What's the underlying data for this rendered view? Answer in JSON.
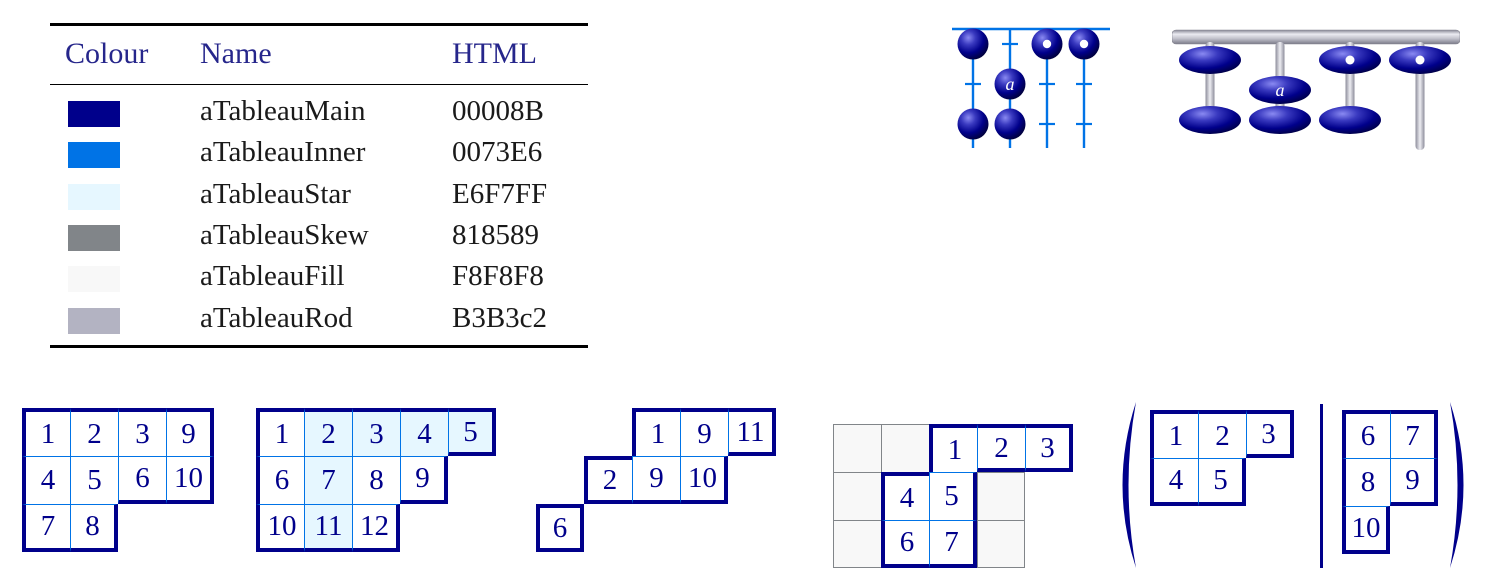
{
  "palette": {
    "main": "#00008B",
    "inner": "#0073E6",
    "star": "#E6F7FF",
    "skew": "#818589",
    "fill": "#F8F8F8",
    "rod": "#B3B3C2",
    "heading_text": "#26268B",
    "body_text": "#1a1a1a"
  },
  "color_table": {
    "headers": [
      "Colour",
      "Name",
      "HTML"
    ],
    "rows": [
      {
        "name": "aTableauMain",
        "html": "00008B",
        "swatch": "#00008B"
      },
      {
        "name": "aTableauInner",
        "html": "0073E6",
        "swatch": "#0073E6"
      },
      {
        "name": "aTableauStar",
        "html": "E6F7FF",
        "swatch": "#E6F7FF"
      },
      {
        "name": "aTableauSkew",
        "html": "818589",
        "swatch": "#818589"
      },
      {
        "name": "aTableauFill",
        "html": "F8F8F8",
        "swatch": "#F8F8F8"
      },
      {
        "name": "aTableauRod",
        "html": "B3B3c2",
        "swatch": "#B3B3C2"
      }
    ]
  },
  "abacus_line": {
    "rods": 4,
    "levels": 3,
    "beads": [
      {
        "rod": 1,
        "level": 1
      },
      {
        "rod": 3,
        "level": 1,
        "dot": true
      },
      {
        "rod": 4,
        "level": 1,
        "dot": true
      },
      {
        "rod": 2,
        "level": 2,
        "label": "a"
      },
      {
        "rod": 1,
        "level": 3
      },
      {
        "rod": 2,
        "level": 3
      }
    ]
  },
  "abacus_rod": {
    "rods": 4,
    "levels": 3,
    "beads": [
      {
        "rod": 1,
        "level": 1
      },
      {
        "rod": 3,
        "level": 1,
        "dot": true
      },
      {
        "rod": 4,
        "level": 1,
        "dot": true
      },
      {
        "rod": 2,
        "level": 2,
        "label": "a"
      },
      {
        "rod": 1,
        "level": 3
      },
      {
        "rod": 2,
        "level": 3
      },
      {
        "rod": 3,
        "level": 3
      }
    ]
  },
  "tableaux": {
    "t1": {
      "rows": [
        [
          "1",
          "2",
          "3",
          "9"
        ],
        [
          "4",
          "5",
          "6",
          "10"
        ],
        [
          "7",
          "8"
        ]
      ]
    },
    "t2": {
      "rows": [
        [
          "1",
          "2",
          "3",
          "4",
          "5"
        ],
        [
          "6",
          "7",
          "8",
          "9"
        ],
        [
          "10",
          "11",
          "12"
        ]
      ],
      "starred": [
        [
          0,
          1,
          1,
          1,
          1
        ],
        [
          0,
          1,
          0,
          0
        ],
        [
          0,
          1,
          0
        ]
      ]
    },
    "t3": {
      "offsets": [
        2,
        1,
        0
      ],
      "rows": [
        [
          "1",
          "9",
          "11"
        ],
        [
          "2",
          "9",
          "10"
        ],
        [
          "6"
        ]
      ]
    },
    "t4": {
      "offsets": [
        2,
        1,
        1
      ],
      "rows": [
        [
          "1",
          "2",
          "3"
        ],
        [
          "4",
          "5"
        ],
        [
          "6",
          "7"
        ]
      ],
      "grid": {
        "cols": 4,
        "rows": 3
      }
    },
    "t5_left": {
      "rows": [
        [
          "1",
          "2",
          "3"
        ],
        [
          "4",
          "5"
        ]
      ]
    },
    "t5_right": {
      "rows": [
        [
          "6",
          "7"
        ],
        [
          "8",
          "9"
        ],
        [
          "10"
        ]
      ]
    }
  }
}
